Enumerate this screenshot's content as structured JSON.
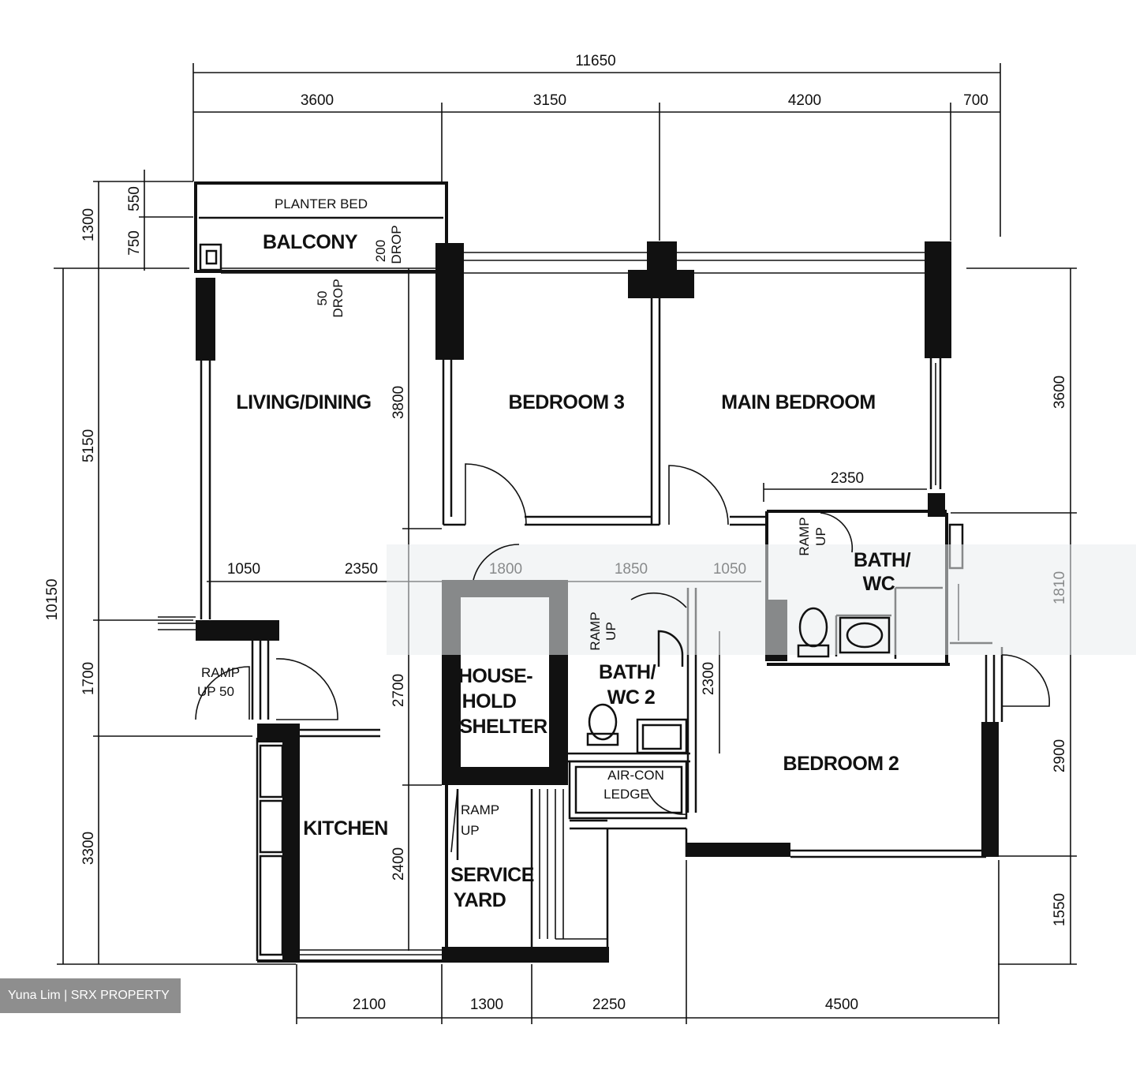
{
  "dimensions": {
    "top_total": "11650",
    "top": [
      "3600",
      "3150",
      "4200",
      "700"
    ],
    "left_outer": "10150",
    "left_mid": [
      "5150",
      "1700",
      "3300"
    ],
    "left_inner": [
      "1300"
    ],
    "left_small": [
      "550",
      "750"
    ],
    "right": [
      "3600",
      "2900",
      "1550"
    ],
    "bottom": [
      "2100",
      "1300",
      "2250",
      "4500"
    ],
    "interior": {
      "living_height": "3800",
      "main_bath_width": "2350",
      "corridor_a": "1050",
      "corridor_b": "2350",
      "corridor_c": "1800",
      "corridor_d": "1850",
      "corridor_e": "1050",
      "kitchen_upper": "2700",
      "kitchen_lower": "2400",
      "bath2_height": "2300",
      "right_mid": "1810"
    }
  },
  "rooms": {
    "planter": "PLANTER BED",
    "balcony": "BALCONY",
    "living": "LIVING/DINING",
    "bedroom3": "BEDROOM 3",
    "main_bedroom": "MAIN BEDROOM",
    "bath_wc": [
      "BATH/",
      "WC"
    ],
    "bath2": [
      "BATH/",
      "WC 2"
    ],
    "shelter": [
      "HOUSE-",
      "HOLD",
      "SHELTER"
    ],
    "aircon": [
      "AIR-CON",
      "LEDGE"
    ],
    "bedroom2": "BEDROOM 2",
    "kitchen": "KITCHEN",
    "service_yard": [
      "SERVICE",
      "YARD"
    ]
  },
  "notes": {
    "drop_200": [
      "200",
      "DROP"
    ],
    "drop_50": [
      "50",
      "DROP"
    ],
    "ramp_entry": [
      "RAMP",
      "UP 50"
    ],
    "ramp_yard": [
      "RAMP",
      "UP"
    ],
    "ramp_bath": [
      "RAMP",
      "UP"
    ],
    "ramp_main": [
      "RAMP",
      "UP"
    ]
  },
  "watermark": "Yuna Lim | SRX PROPERTY"
}
